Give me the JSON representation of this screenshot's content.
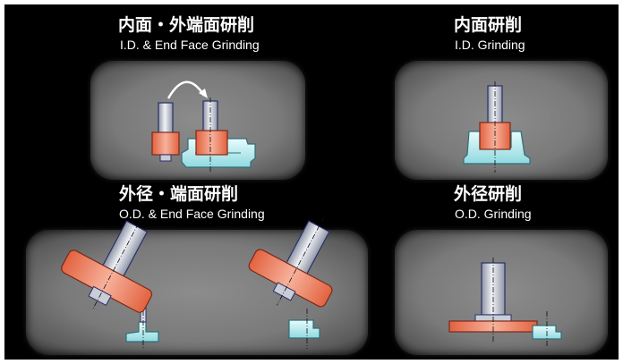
{
  "sections": [
    {
      "id": "id-end-face",
      "title_jp": "内面・外端面研削",
      "title_en": "I.D. & End Face Grinding"
    },
    {
      "id": "id",
      "title_jp": "内面研削",
      "title_en": "I.D. Grinding"
    },
    {
      "id": "od-end-face",
      "title_jp": "外径・端面研削",
      "title_en": "O.D. & End Face Grinding"
    },
    {
      "id": "od",
      "title_jp": "外径研削",
      "title_en": "O.D. Grinding"
    }
  ],
  "colors": {
    "background": "#000000",
    "panel": "#7d7d7d",
    "grinding_wheel": "#e97a5a",
    "workpiece": "#bfeff2",
    "spindle": "#c9cdd6",
    "outline": "#2a2f6a"
  }
}
